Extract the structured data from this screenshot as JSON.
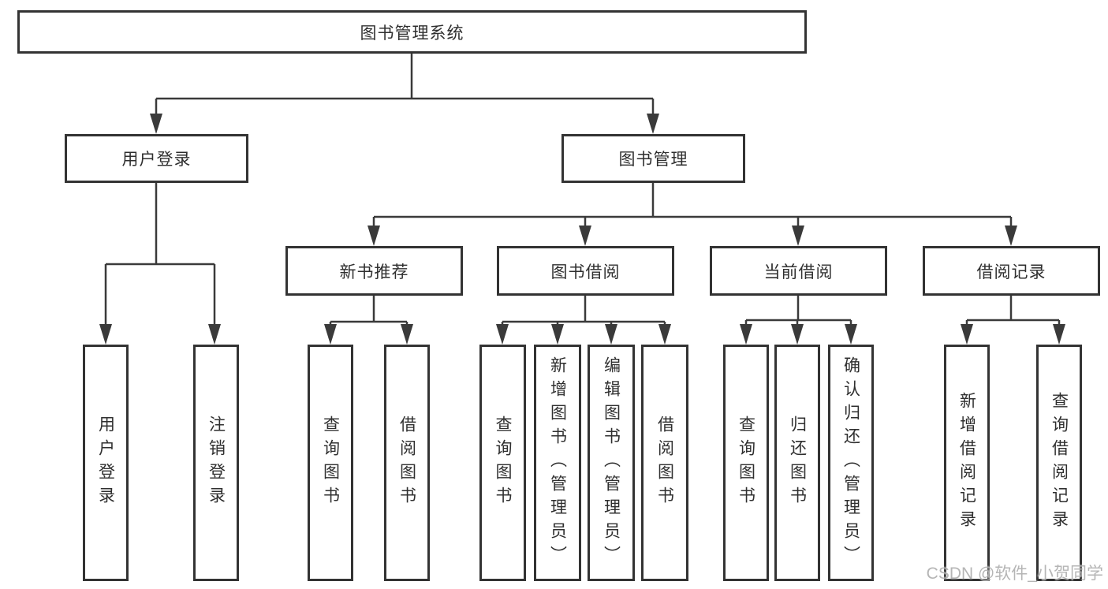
{
  "tree": {
    "root": {
      "label": "图书管理系统"
    },
    "branches": [
      {
        "label": "用户登录",
        "children": [
          {
            "label": "用户登录"
          },
          {
            "label": "注销登录"
          }
        ]
      },
      {
        "label": "图书管理",
        "children": [
          {
            "label": "新书推荐",
            "children": [
              {
                "label": "查询图书"
              },
              {
                "label": "借阅图书"
              }
            ]
          },
          {
            "label": "图书借阅",
            "children": [
              {
                "label": "查询图书"
              },
              {
                "label": "新增图书（管理员）"
              },
              {
                "label": "编辑图书（管理员）"
              },
              {
                "label": "借阅图书"
              }
            ]
          },
          {
            "label": "当前借阅",
            "children": [
              {
                "label": "查询图书"
              },
              {
                "label": "归还图书"
              },
              {
                "label": "确认归还（管理员）"
              }
            ]
          },
          {
            "label": "借阅记录",
            "children": [
              {
                "label": "新增借阅记录"
              },
              {
                "label": "查询借阅记录"
              }
            ]
          }
        ]
      }
    ]
  },
  "watermark": {
    "text": "CSDN @软件_小贺同学"
  },
  "colors": {
    "line": "#3a3a3a",
    "box_border": "#333333",
    "text": "#2f2f2f",
    "watermark": "#a8a8a8",
    "background": "#ffffff"
  }
}
